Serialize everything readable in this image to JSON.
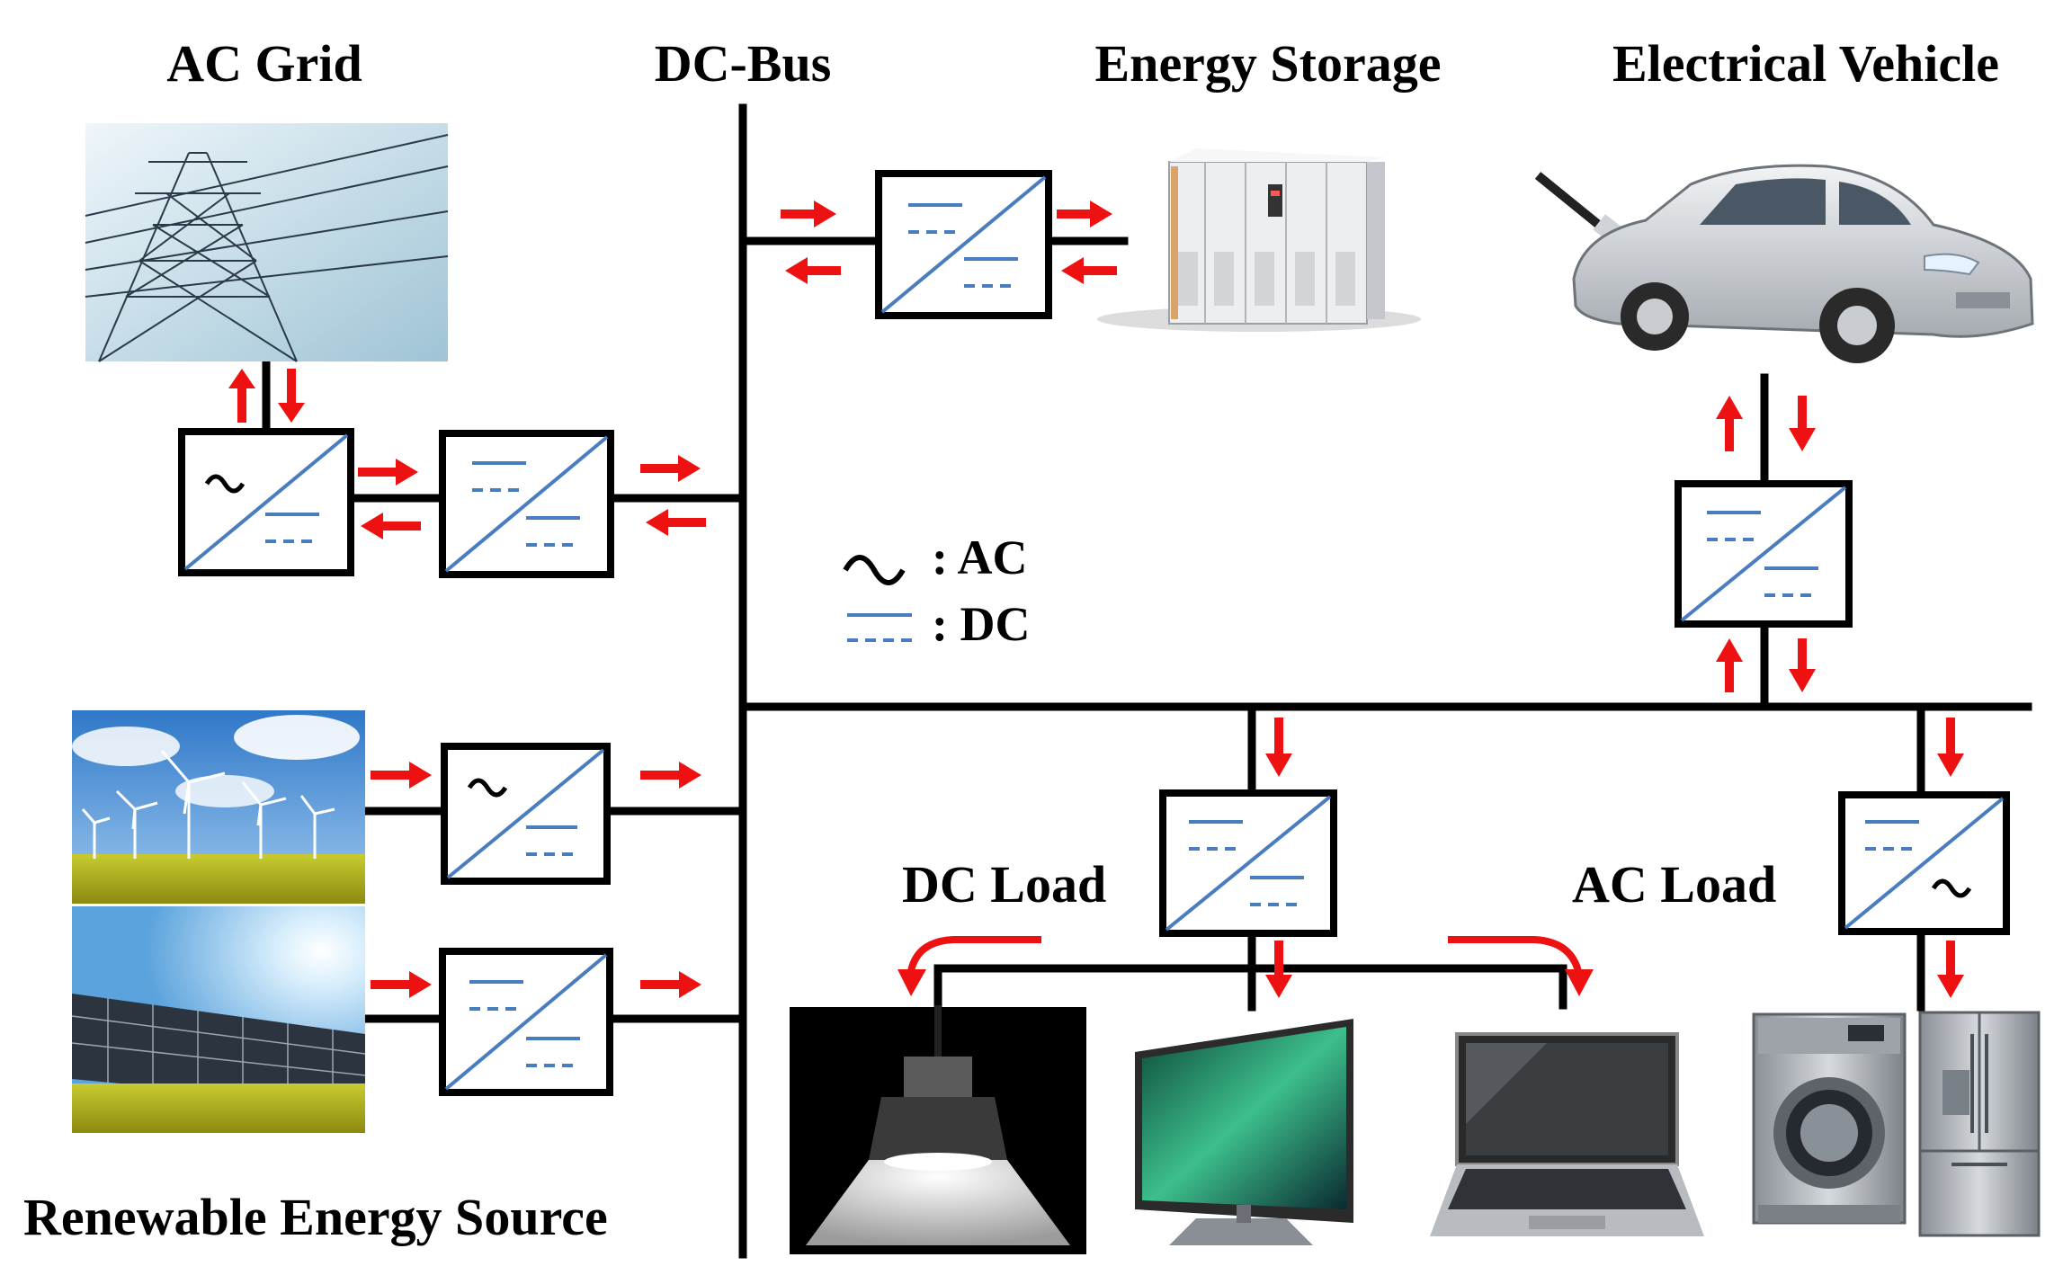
{
  "labels": {
    "ac_grid": "AC Grid",
    "dc_bus": "DC-Bus",
    "energy_storage": "Energy Storage",
    "electrical_vehicle": "Electrical Vehicle",
    "renewable_energy_source": "Renewable Energy Source",
    "dc_load": "DC Load",
    "ac_load": "AC Load"
  },
  "legend": {
    "ac": ": AC",
    "dc": ": DC"
  },
  "colors": {
    "bus_line": "#000000",
    "arrow": "#ee1111",
    "converter_symbol": "#4a7cc0"
  }
}
